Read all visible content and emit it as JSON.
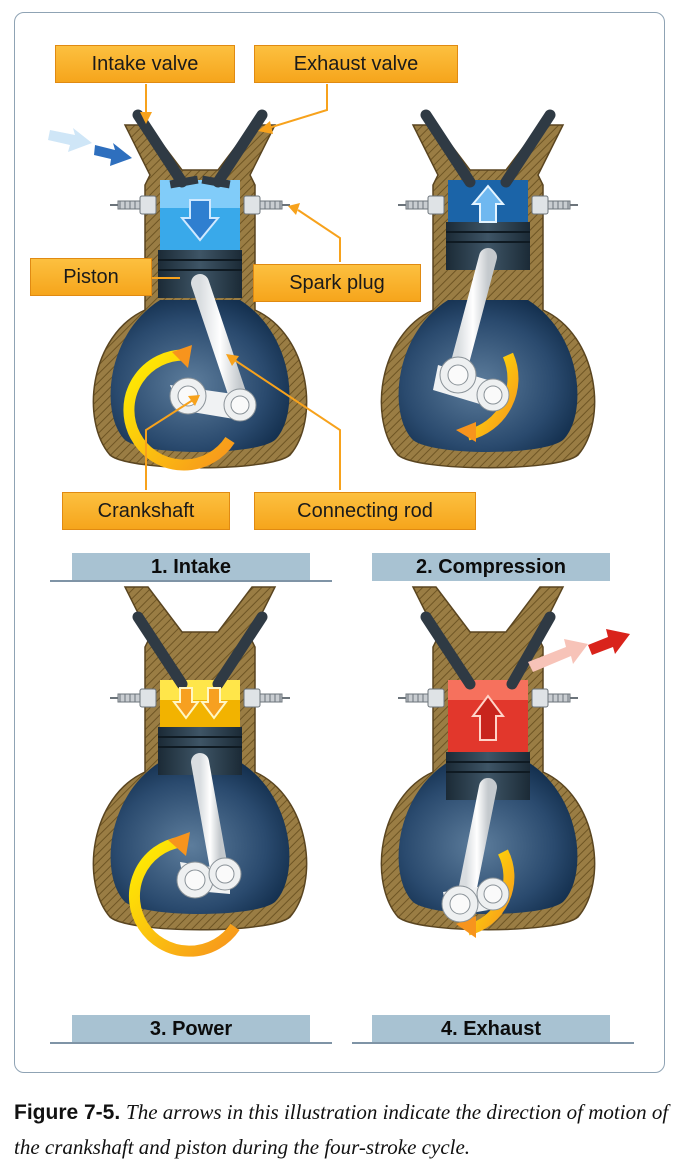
{
  "callouts": {
    "intake_valve": "Intake valve",
    "exhaust_valve": "Exhaust valve",
    "piston": "Piston",
    "spark_plug": "Spark plug",
    "crankshaft": "Crankshaft",
    "connecting_rod": "Connecting rod"
  },
  "strokes": [
    {
      "label": "1. Intake",
      "gas_color": "#39a9ea",
      "gas_light": "#9fdcff",
      "arrow_direction": "down",
      "arrow_color": "#2f7fd0"
    },
    {
      "label": "2. Compression",
      "gas_color": "#1b64a8",
      "gas_light": "#3d8ed6",
      "arrow_direction": "up",
      "arrow_color": "#6fb8f0"
    },
    {
      "label": "3. Power",
      "gas_color": "#f2b300",
      "gas_light": "#ffe64a",
      "arrow_direction": "down",
      "arrow_color": "#f7a020"
    },
    {
      "label": "4. Exhaust",
      "gas_color": "#e2372c",
      "gas_light": "#ff8a72",
      "arrow_direction": "up",
      "arrow_color": "#c8241c"
    }
  ],
  "caption": {
    "figure_label": "Figure 7-5.",
    "text": "The arrows in this illustration indicate the direction of motion of the crankshaft and piston during the four-stroke cycle."
  },
  "colors": {
    "callout_fill": "#f8ad2a",
    "label_bar": "#a8c2d2",
    "crankcase": "#1f3a5c",
    "engine_wall": "#a0854a"
  }
}
